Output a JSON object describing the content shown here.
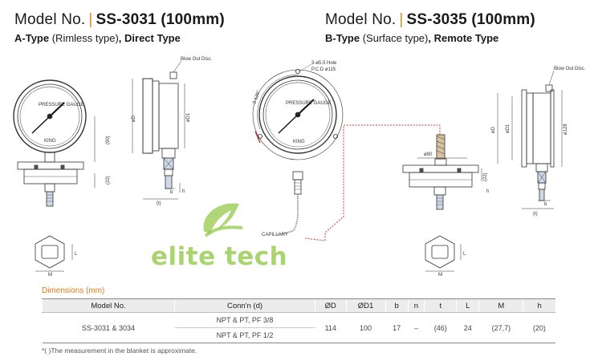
{
  "left_model": {
    "lead": "Model No.",
    "code": "SS-3031 (100mm)",
    "type_strong": "A-Type",
    "type_light": " (Rimless type)",
    "type_tail": ", Direct Type"
  },
  "right_model": {
    "lead": "Model No.",
    "code": "SS-3035 (100mm)",
    "type_strong": "B-Type",
    "type_light": " (Surface type)",
    "type_tail": ", Remote Type"
  },
  "annotations": {
    "blow_out_left": "Blow Out Disc.",
    "blow_out_right": "Blow Out Disc.",
    "hole": "3-ø5.5 Hole",
    "pcd": "P.C.D ø115",
    "angle": "3-120°",
    "capillary": "CAPILLARY",
    "dial_brand": "PRESSURE GAUGE",
    "dial_maker": "KING",
    "d_left": "øD",
    "d1_left": "øD1",
    "d_right": "øD",
    "d1_right": "øD1",
    "d128": "ø128",
    "d90_right": "ø90",
    "ninety": "(90)",
    "t_left": "(t)",
    "t_right": "(t)",
    "b_left": "b",
    "b_right": "b",
    "h_left": "h",
    "h_right": "h",
    "l22_left": "(22)",
    "l22_right": "(22)",
    "m_left": "M",
    "m_right": "M",
    "l_left": "L",
    "l_right": "L"
  },
  "watermark": {
    "text": "elite tech"
  },
  "dimensions": {
    "title": "Dimensions (mm)",
    "columns": [
      "Model No.",
      "Conn'n (d)",
      "ØD",
      "ØD1",
      "b",
      "n",
      "t",
      "L",
      "M",
      "h"
    ],
    "row": {
      "model": "SS-3031 & 3034",
      "conn": [
        "NPT & PT, PF 3/8",
        "NPT & PT, PF 1/2"
      ],
      "od": "114",
      "od1": "100",
      "b": "17",
      "n": "–",
      "t": "(46)",
      "L": "24",
      "M": "(27,7)",
      "h": "(20)"
    },
    "note": "*( )The measurement in the blanket is approximate."
  },
  "colors": {
    "accent": "#e07a1a",
    "capillary": "#d23b3b",
    "watermark": "#8dc63f",
    "pointer": "#111111"
  }
}
